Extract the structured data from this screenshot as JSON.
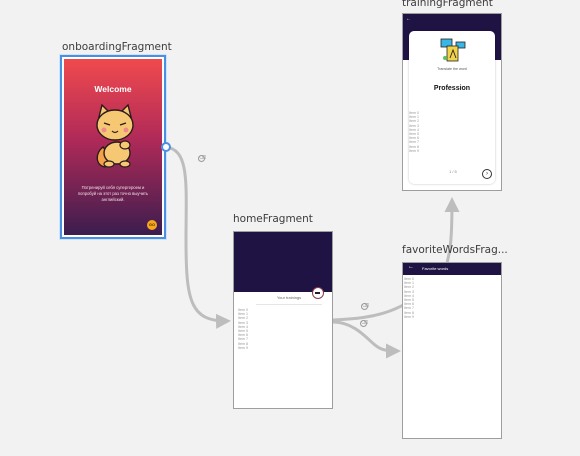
{
  "nav_graph": {
    "destinations": [
      {
        "id": "onboardingFragment",
        "label": "onboardingFragment"
      },
      {
        "id": "homeFragment",
        "label": "homeFragment"
      },
      {
        "id": "trainingFragment",
        "label": "trainingFragment"
      },
      {
        "id": "favoriteWordsFragment",
        "label": "favoriteWordsFrag..."
      }
    ]
  },
  "onboarding": {
    "title": "Welcome",
    "body": "Потренируй себя супергероем и попробуй на этот раз точно выучить английский.",
    "fab_label": "GO"
  },
  "home": {
    "card_text": "Your trainings",
    "list_items": [
      "Item 0",
      "Item 1",
      "Item 2",
      "Item 3",
      "Item 4",
      "Item 5",
      "Item 6",
      "Item 7",
      "Item 8",
      "Item 9"
    ]
  },
  "training": {
    "back_glyph": "←",
    "hint": "Translate the word",
    "word": "Profession",
    "progress": "1 / 5",
    "next_glyph": "›",
    "list_items": [
      "Item 0",
      "Item 1",
      "Item 2",
      "Item 3",
      "Item 4",
      "Item 5",
      "Item 6",
      "Item 7",
      "Item 8",
      "Item 9"
    ]
  },
  "favorite": {
    "back_glyph": "←",
    "title": "Favorite words",
    "list_items": [
      "Item 0",
      "Item 1",
      "Item 2",
      "Item 3",
      "Item 4",
      "Item 5",
      "Item 6",
      "Item 7",
      "Item 8",
      "Item 9"
    ]
  },
  "colors": {
    "selected_border": "#4a90e2",
    "header_dark": "#1f1344",
    "arrow": "#bdbdbd"
  }
}
